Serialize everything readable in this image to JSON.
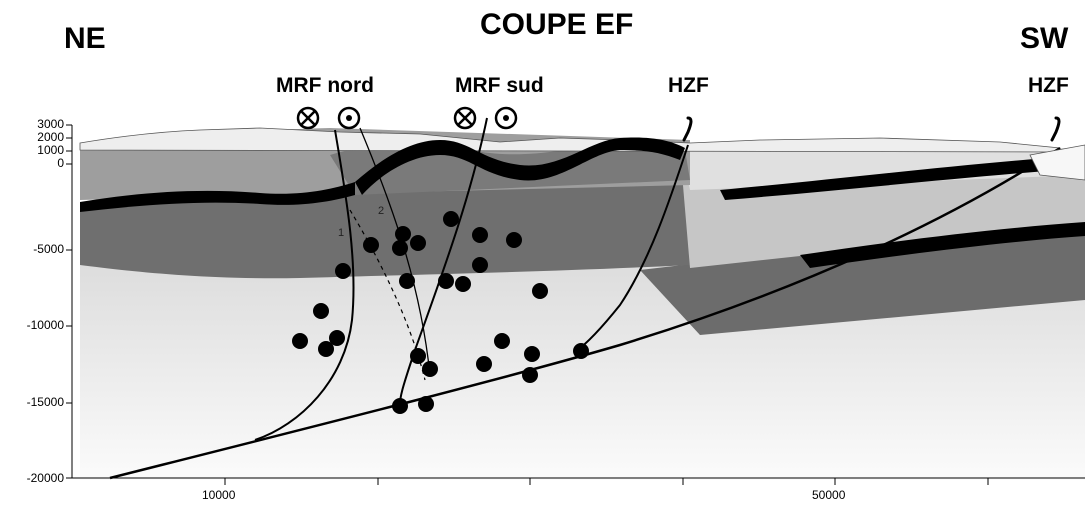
{
  "header": {
    "title": "COUPE EF",
    "left_label": "NE",
    "right_label": "SW"
  },
  "faults": {
    "mrf_nord": "MRF nord",
    "mrf_sud": "MRF sud",
    "hzf_center": "HZF",
    "hzf_right": "HZF",
    "branch_1": "1",
    "branch_2": "2"
  },
  "axes": {
    "y_ticks": [
      "3000",
      "2000",
      "1000",
      "0",
      "-5000",
      "-10000",
      "-15000",
      "-20000"
    ],
    "x_ticks": [
      "10000",
      "50000"
    ]
  },
  "colors": {
    "light_gray": "#d9d9d9",
    "mid_gray": "#8c8c8c",
    "dark_gray": "#6a6a6a",
    "black_layer": "#000000"
  },
  "icons": {
    "into_page": "circle-cross-icon",
    "out_of_page": "circle-dot-icon"
  }
}
